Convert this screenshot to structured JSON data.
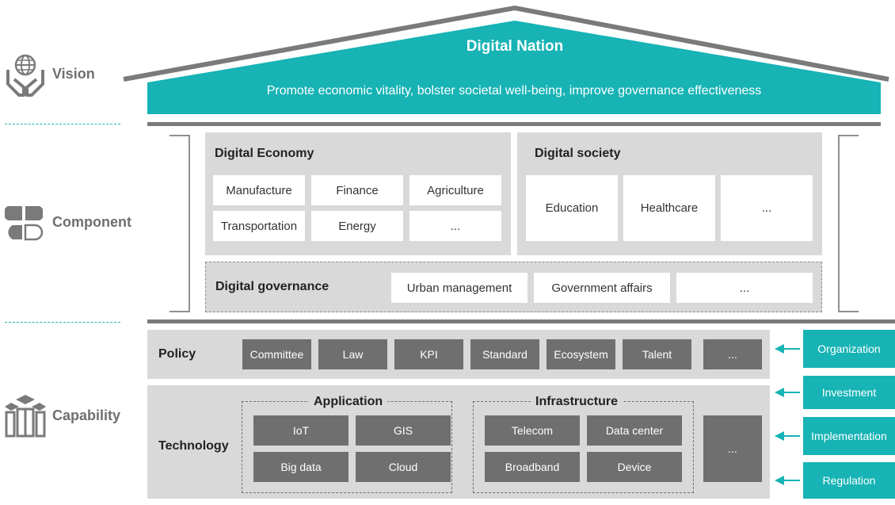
{
  "side_labels": {
    "vision": "Vision",
    "component": "Component",
    "capability": "Capability"
  },
  "roof": {
    "title": "Digital Nation",
    "subtitle": "Promote economic vitality, bolster societal well-being, improve governance effectiveness"
  },
  "digital_economy": {
    "title": "Digital Economy",
    "items": [
      "Manufacture",
      "Finance",
      "Agriculture",
      "Transportation",
      "Energy",
      "..."
    ]
  },
  "digital_society": {
    "title": "Digital society",
    "items": [
      "Education",
      "Healthcare",
      "..."
    ]
  },
  "digital_governance": {
    "title": "Digital governance",
    "items": [
      "Urban management",
      "Government affairs",
      "..."
    ]
  },
  "policy": {
    "title": "Policy",
    "items": [
      "Committee",
      "Law",
      "KPI",
      "Standard",
      "Ecosystem",
      "Talent",
      "..."
    ]
  },
  "technology": {
    "title": "Technology",
    "application": {
      "title": "Application",
      "items": [
        "IoT",
        "GIS",
        "Big data",
        "Cloud"
      ]
    },
    "infrastructure": {
      "title": "Infrastructure",
      "items": [
        "Telecom",
        "Data center",
        "Broadband",
        "Device"
      ]
    },
    "more": "..."
  },
  "enablers": [
    "Organization",
    "Investment",
    "Implementation",
    "Regulation"
  ],
  "colors": {
    "teal": "#17b3b5",
    "dark_gray": "#6f6f6f",
    "light_gray": "#d9d9d9",
    "icon_gray": "#7a7a7a"
  },
  "icons": [
    "globe-in-hands-icon",
    "four-petal-icon",
    "cubes-structure-icon"
  ]
}
